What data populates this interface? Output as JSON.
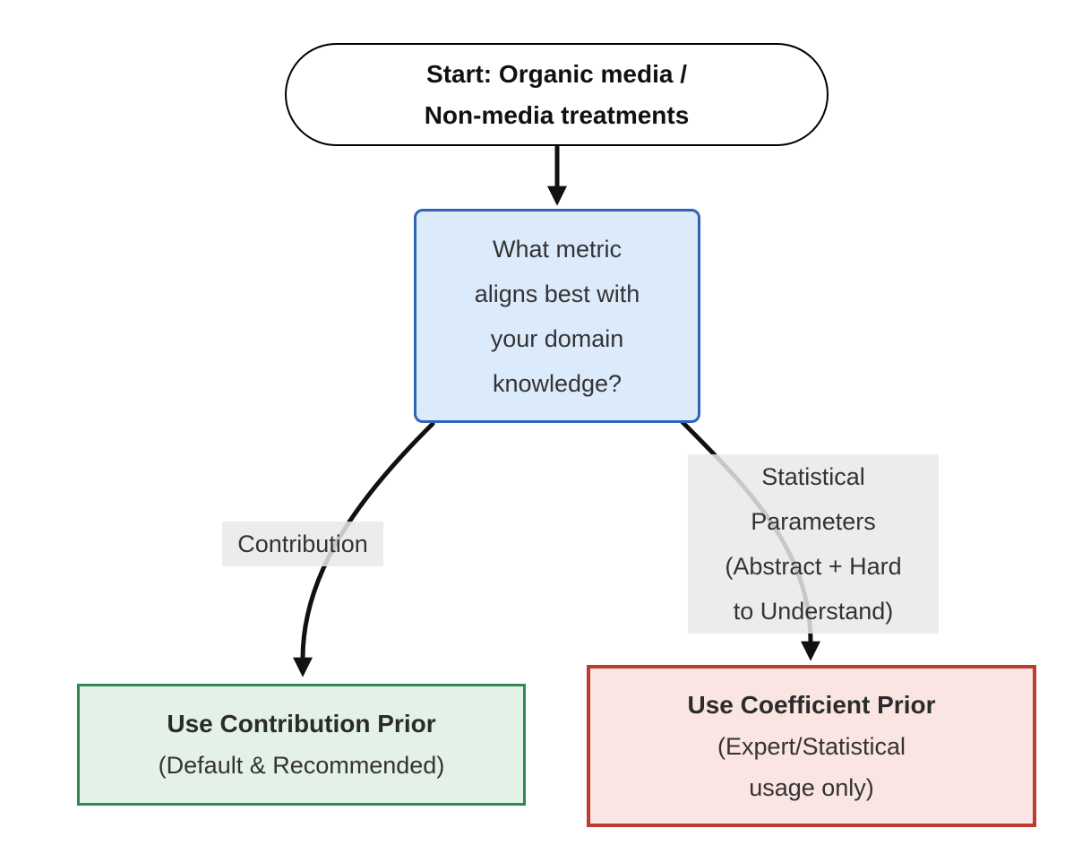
{
  "nodes": {
    "start": {
      "lines": [
        "Start: Organic media /",
        "Non-media treatments"
      ]
    },
    "question": {
      "lines": [
        "What metric",
        "aligns best with",
        "your domain",
        "knowledge?"
      ]
    },
    "contribution_prior": {
      "title": "Use Contribution Prior",
      "lines": [
        "(Default & Recommended)"
      ]
    },
    "coefficient_prior": {
      "title": "Use Coefficient Prior",
      "lines": [
        "(Expert/Statistical",
        "usage only)"
      ]
    }
  },
  "edge_labels": {
    "contribution": "Contribution",
    "statistical": {
      "lines": [
        "Statistical",
        "Parameters",
        "(Abstract + Hard",
        "to Understand)"
      ]
    }
  },
  "colors": {
    "start_fill": "#ffffff",
    "start_stroke": "#000000",
    "question_fill": "#dcebfb",
    "question_stroke": "#2f63b5",
    "contribution_fill": "#e3f1e7",
    "contribution_stroke": "#2e8b50",
    "coefficient_fill": "#fae5e3",
    "coefficient_stroke": "#bf3a32",
    "label_bg": "#e9e9e9",
    "arrow": "#111111",
    "text": "#333333"
  }
}
